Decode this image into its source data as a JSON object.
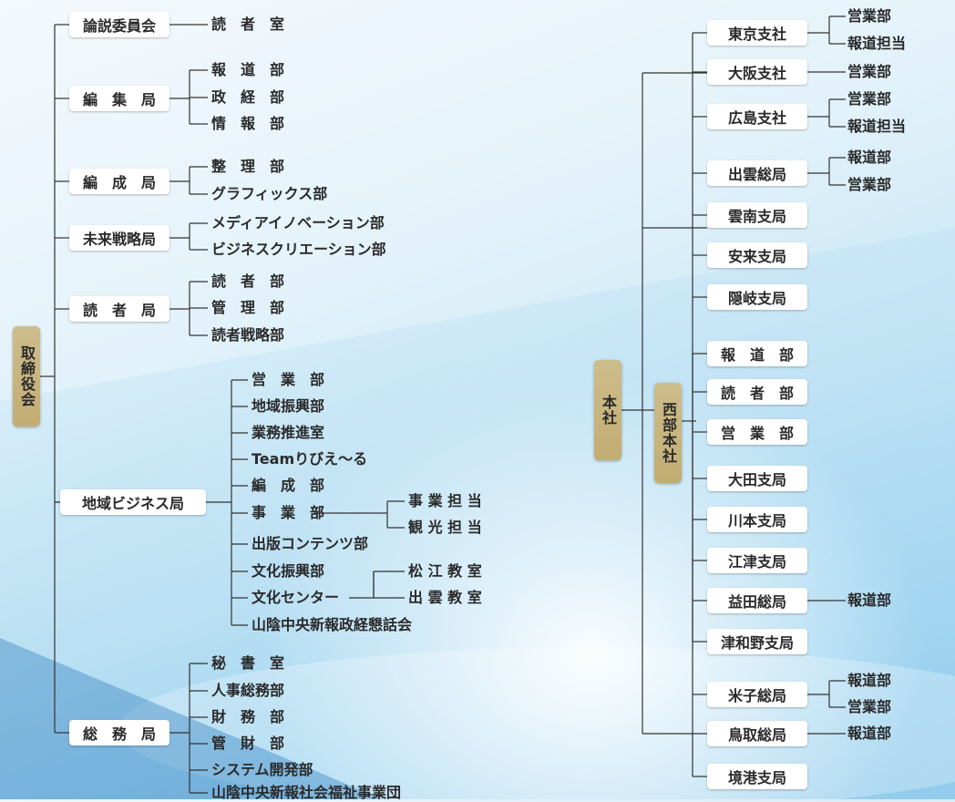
{
  "root": {
    "label": "取締役会"
  },
  "left_divisions": [
    {
      "label": "論説委員会",
      "children": [
        "読　者　室"
      ]
    },
    {
      "label": "編　集　局",
      "children": [
        "報　道　部",
        "政　経　部",
        "情　報　部"
      ]
    },
    {
      "label": "編　成　局",
      "children": [
        "整　理　部",
        "グラフィックス部"
      ]
    },
    {
      "label": "未来戦略局",
      "children": [
        "メディアイノベーション部",
        "ビジネスクリエーション部"
      ]
    },
    {
      "label": "読　者　局",
      "children": [
        "読　者　部",
        "管　理　部",
        "読者戦略部"
      ]
    },
    {
      "label": "地域ビジネス局",
      "children": [
        "営　業　部",
        "地域振興部",
        "業務推進室",
        "Teamりびえ〜る",
        "編　成　部",
        "事　業　部",
        "出版コンテンツ部",
        "文化振興部",
        "文化センター",
        "山陰中央新報政経懇話会"
      ]
    },
    {
      "label": "総　務　局",
      "children": [
        "秘　書　室",
        "人事総務部",
        "財　務　部",
        "管　財　部",
        "システム開発部",
        "山陰中央新報社会福祉事業団"
      ]
    }
  ],
  "grandchildren": {
    "jigyo": [
      "事 業 担 当",
      "観 光 担 当"
    ],
    "bunka_shinko": "松 江 教 室",
    "bunka_center": "出 雲 教 室"
  },
  "honsha": {
    "label": "本社"
  },
  "seibu": {
    "label": "西部本社"
  },
  "right_branches": [
    {
      "label": "東京支社",
      "children": [
        "営業部",
        "報道担当"
      ]
    },
    {
      "label": "大阪支社",
      "children": [
        "営業部"
      ]
    },
    {
      "label": "広島支社",
      "children": [
        "営業部",
        "報道担当"
      ]
    },
    {
      "label": "出雲総局",
      "children": [
        "報道部",
        "営業部"
      ]
    },
    {
      "label": "雲南支局",
      "children": []
    },
    {
      "label": "安来支局",
      "children": []
    },
    {
      "label": "隠岐支局",
      "children": []
    },
    {
      "label": "米子総局",
      "children": [
        "報道部",
        "営業部"
      ]
    },
    {
      "label": "鳥取総局",
      "children": [
        "報道部"
      ]
    },
    {
      "label": "境港支局",
      "children": []
    }
  ],
  "seibu_branches": [
    {
      "label": "報　道　部",
      "children": []
    },
    {
      "label": "読　者　部",
      "children": []
    },
    {
      "label": "営　業　部",
      "children": []
    },
    {
      "label": "大田支局",
      "children": []
    },
    {
      "label": "川本支局",
      "children": []
    },
    {
      "label": "江津支局",
      "children": []
    },
    {
      "label": "益田総局",
      "children": [
        "報道部"
      ]
    },
    {
      "label": "津和野支局",
      "children": []
    }
  ],
  "colors": {
    "box": "#ffffff",
    "root_box": "#c9b67f",
    "line": "#333333"
  }
}
